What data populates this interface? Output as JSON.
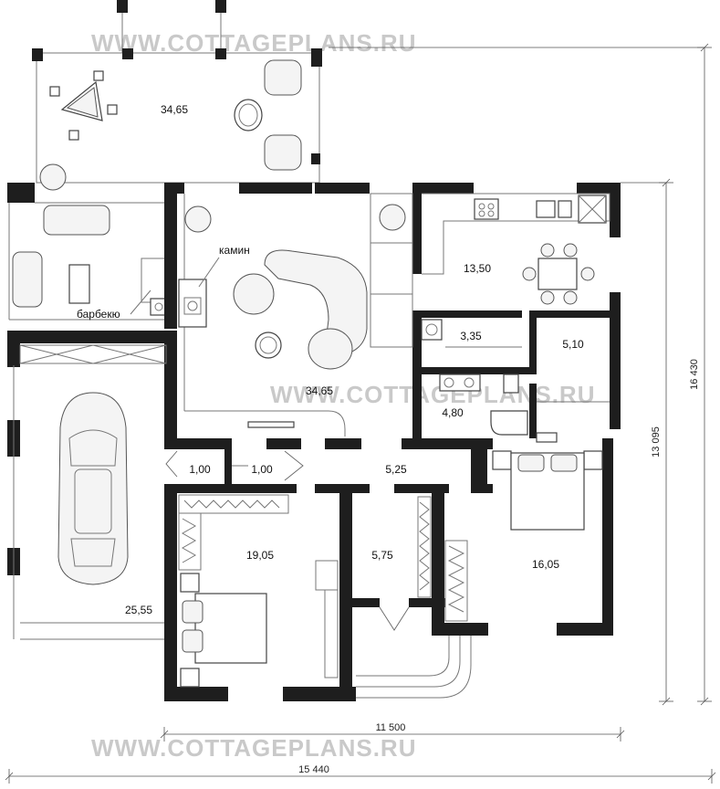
{
  "watermark": "WWW.COTTAGEPLANS.RU",
  "rooms": {
    "terrace": "34,65",
    "living": "34,65",
    "kitchen": "13,50",
    "wc_small": "3,35",
    "storage": "5,10",
    "bathroom": "4,80",
    "vestibule_a": "1,00",
    "vestibule_b": "1,00",
    "hall": "5,25",
    "bedroom_left": "19,05",
    "closet": "5,75",
    "bedroom_right": "16,05",
    "garage": "25,55"
  },
  "labels": {
    "fireplace": "камин",
    "barbecue": "барбекю"
  },
  "dimensions": {
    "width_inner": "11 500",
    "width_total": "15 440",
    "height_inner": "13 095",
    "height_total": "16 430"
  }
}
